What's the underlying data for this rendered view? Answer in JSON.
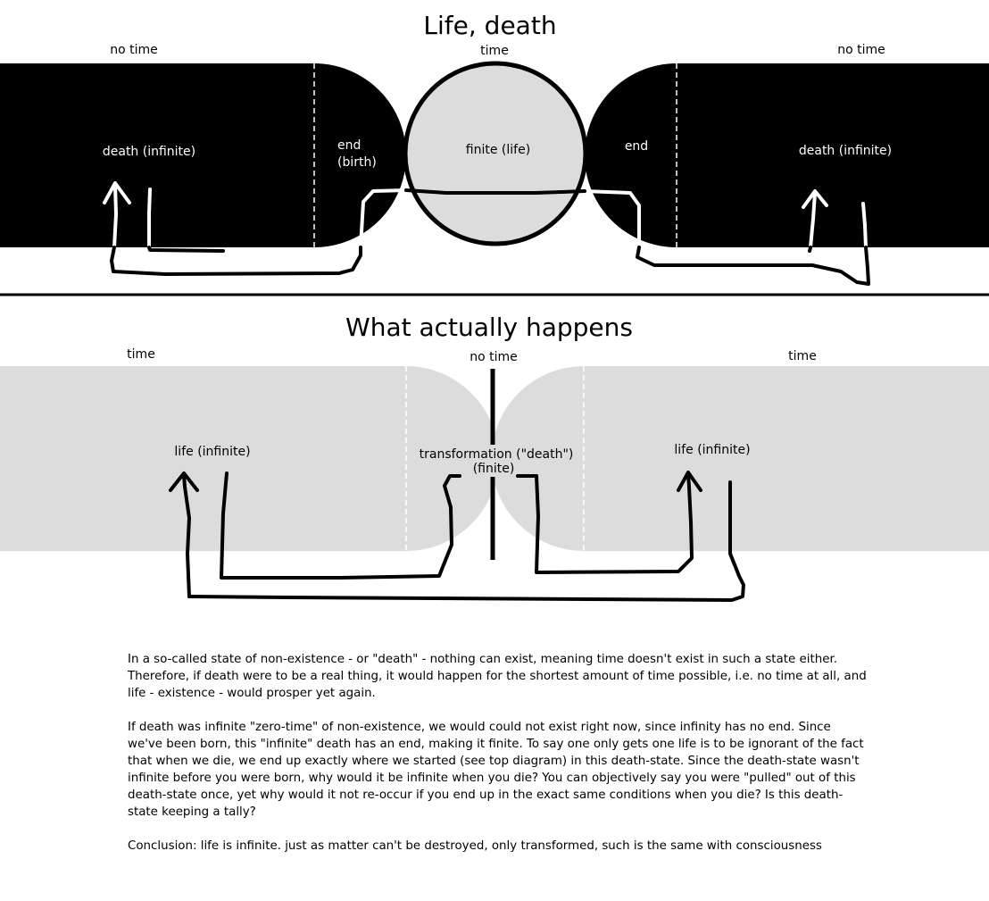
{
  "top_diagram": {
    "title": "Life, death",
    "label_no_time_left": "no time",
    "label_time": "time",
    "label_no_time_right": "no time",
    "label_death_left": "death (infinite)",
    "label_end_birth_1": "end",
    "label_end_birth_2": "(birth)",
    "label_finite_life": "finite (life)",
    "label_end": "end",
    "label_death_right": "death (infinite)"
  },
  "bottom_diagram": {
    "title": "What actually happens",
    "label_time_left": "time",
    "label_no_time": "no time",
    "label_time_right": "time",
    "label_life_left": "life (infinite)",
    "label_transformation_1": "transformation (\"death\")",
    "label_transformation_2": "(finite)",
    "label_life_right": "life (infinite)"
  },
  "colors": {
    "death_fill": "#000000",
    "life_fill": "#dcdcdc",
    "background": "#ffffff"
  },
  "essay": {
    "paragraph_1": "In a so-called state of non-existence - or \"death\" - nothing can exist, meaning time doesn't exist in such a state either. Therefore, if death were to be a real thing, it would happen for the shortest amount of time possible, i.e. no time at all, and life - existence - would prosper yet again.",
    "paragraph_2": "If death was infinite \"zero-time\" of non-existence, we would could not exist right now, since infinity has no end. Since we've been born, this \"infinite\" death has an end, making it finite. To say one only gets one life is to be ignorant of the fact that when we die, we end up exactly where we started (see top diagram) in this death-state. Since the death-state wasn't infinite before you were born, why would it be infinite when you die? You can objectively say you were \"pulled\" out of this death-state once, yet why would it not re-occur if you end up in the exact same conditions when you die? Is this death-state keeping a tally?",
    "paragraph_3": "Conclusion: life is infinite. just as matter can't be destroyed, only transformed, such is the same with consciousness"
  }
}
